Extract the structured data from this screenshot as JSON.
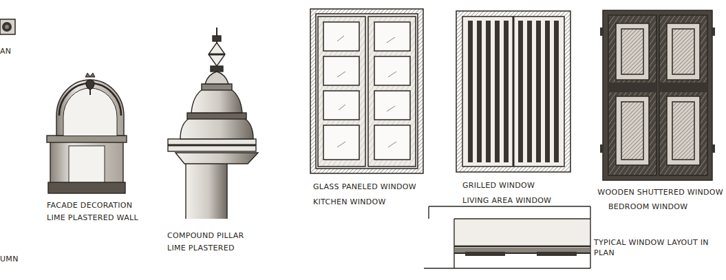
{
  "diagram": {
    "labels": [
      "AN",
      "UMN",
      "FACADE DECORATION",
      "LIME PLASTERED WALL",
      "COMPOUND PILLAR",
      "LIME PLASTERED",
      "GLASS PANELED WINDOW",
      "KITCHEN WINDOW",
      "GRILLED WINDOW",
      "LIVING AREA WINDOW",
      "WOODEN SHUTTERED WINDOW",
      "BEDROOM WINDOW",
      "TYPICAL WINDOW LAYOUT IN PLAN"
    ]
  }
}
